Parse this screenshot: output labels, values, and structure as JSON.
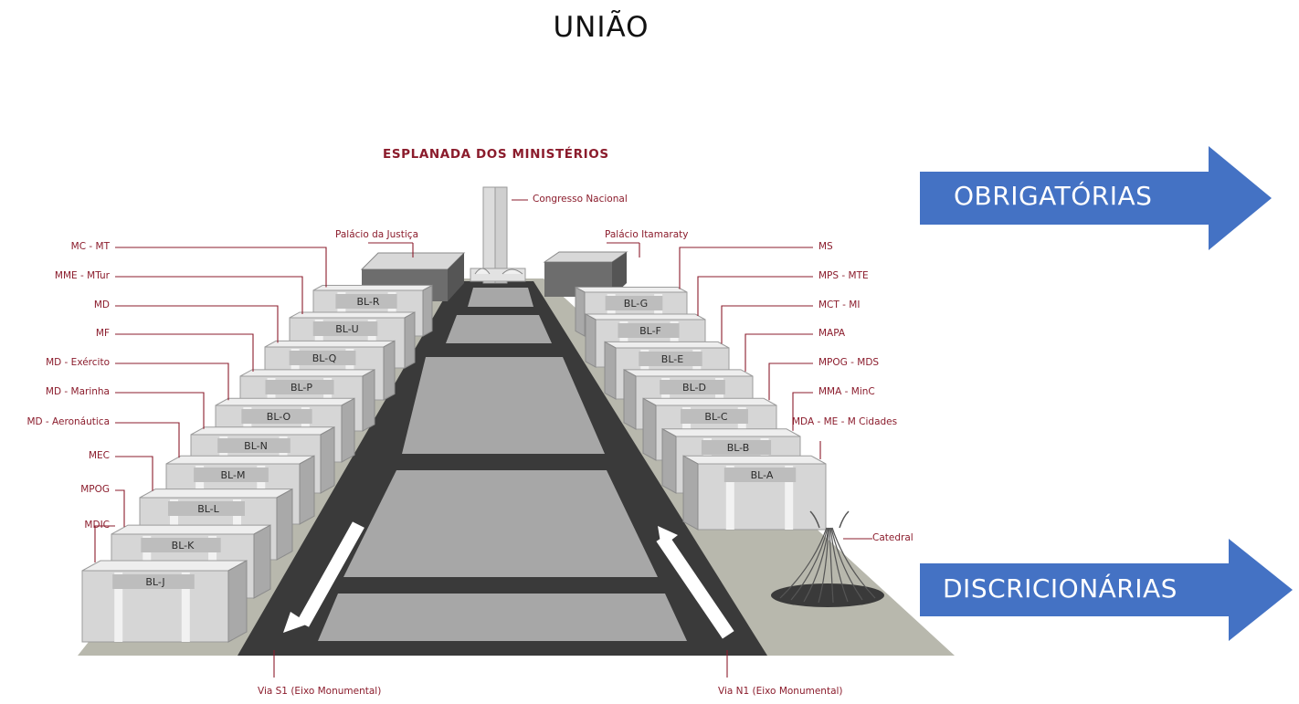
{
  "title": "UNIÃO",
  "diagram_title": "ESPLANADA DOS MINISTÉRIOS",
  "landmarks": {
    "congresso": "Congresso Nacional",
    "justica": "Palácio da Justiça",
    "itamaraty": "Palácio Itamaraty",
    "catedral": "Catedral",
    "via_s1": "Via S1 (Eixo Monumental)",
    "via_n1": "Via N1 (Eixo Monumental)"
  },
  "left_blocks": [
    {
      "block": "BL-R",
      "ministry": "MC - MT"
    },
    {
      "block": "BL-U",
      "ministry": "MME - MTur"
    },
    {
      "block": "BL-Q",
      "ministry": "MD"
    },
    {
      "block": "BL-P",
      "ministry": "MF"
    },
    {
      "block": "BL-O",
      "ministry": "MD - Exército"
    },
    {
      "block": "BL-N",
      "ministry": "MD - Marinha"
    },
    {
      "block": "BL-M",
      "ministry": "MD - Aeronáutica"
    },
    {
      "block": "BL-L",
      "ministry": "MEC"
    },
    {
      "block": "BL-K",
      "ministry": "MPOG"
    },
    {
      "block": "BL-J",
      "ministry": "MDIC"
    }
  ],
  "right_blocks": [
    {
      "block": "BL-G",
      "ministry": "MS"
    },
    {
      "block": "BL-F",
      "ministry": "MPS - MTE"
    },
    {
      "block": "BL-E",
      "ministry": "MCT - MI"
    },
    {
      "block": "BL-D",
      "ministry": "MAPA"
    },
    {
      "block": "BL-C",
      "ministry": "MPOG - MDS"
    },
    {
      "block": "BL-B",
      "ministry": "MMA - MinC"
    },
    {
      "block": "BL-A",
      "ministry": "MDA - ME - M Cidades"
    }
  ],
  "arrows": {
    "top": "OBRIGATÓRIAS",
    "bottom": "DISCRICIONÁRIAS",
    "color": "#4472c4"
  },
  "colors": {
    "label": "#8b1c2c",
    "ground": "#b8b8ad",
    "road": "#3a3a3a",
    "median": "#a7a7a7"
  }
}
